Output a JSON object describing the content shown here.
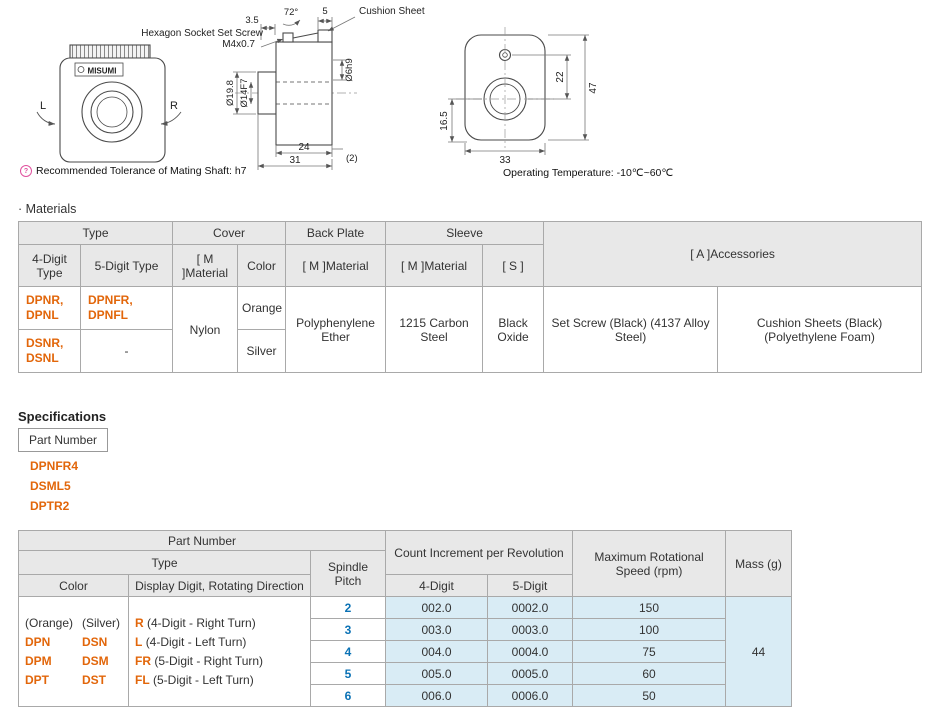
{
  "accent": {
    "orange": "#e2660a",
    "blue": "#0b72b5",
    "header_bg": "#e8e8e8",
    "highlight_bg": "#d9ecf5"
  },
  "drawings": {
    "front": {
      "logo": "MISUMI",
      "left_label": "L",
      "right_label": "R"
    },
    "side": {
      "dim_3_5": "3.5",
      "dim_72": "72°",
      "dim_5": "5",
      "cushion_sheet": "Cushion Sheet",
      "set_screw_line1": "Hexagon Socket Set Screw",
      "set_screw_line2": "M4x0.7",
      "dia_19_8": "Ø19.8",
      "dia_14": "Ø14F7",
      "dia_6": "Ø6h9",
      "dim_24": "24",
      "dim_31": "31",
      "dim_2": "(2)"
    },
    "back": {
      "dim_22": "22",
      "dim_47": "47",
      "dim_16_5": "16.5",
      "dim_33": "33"
    },
    "tolerance_note": "Recommended Tolerance of Mating Shaft: h7",
    "operating_temp": "Operating Temperature: -10℃~60℃"
  },
  "materials": {
    "section_title": "· Materials",
    "headers": {
      "type": "Type",
      "cover": "Cover",
      "back_plate": "Back Plate",
      "sleeve": "Sleeve",
      "accessories": "[ A ]Accessories",
      "type4": "4-Digit Type",
      "type5": "5-Digit Type",
      "cover_material": "[ M ]Material",
      "cover_color": "Color",
      "bp_material": "[ M ]Material",
      "sleeve_material": "[ M ]Material",
      "sleeve_s": "[ S ]"
    },
    "rows": {
      "type4_r1": "DPNR,\nDPNL",
      "type5_r1": "DPNFR,\nDPNFL",
      "material_cover": "Nylon",
      "color_r1": "Orange",
      "type4_r2": "DSNR,\nDSNL",
      "type5_r2": "-",
      "color_r2": "Silver",
      "material_back_plate": "Polyphenylene Ether",
      "material_sleeve": "1215 Carbon Steel",
      "sleeve_finish": "Black Oxide",
      "acc_set_screw": "Set Screw (Black) (4137 Alloy Steel)",
      "acc_cushion": "Cushion Sheets (Black) (Polyethylene Foam)"
    }
  },
  "specs": {
    "title": "Specifications",
    "part_number_label": "Part Number",
    "part_numbers": [
      "DPNFR4",
      "DSML5",
      "DPTR2"
    ]
  },
  "spec_table": {
    "header": {
      "part_number": "Part Number",
      "type": "Type",
      "color": "Color",
      "display_digit": "Display Digit, Rotating Direction",
      "spindle_pitch": "Spindle Pitch",
      "count_increment": "Count Increment per Revolution",
      "four_digit": "4-Digit",
      "five_digit": "5-Digit",
      "max_speed": "Maximum Rotational Speed (rpm)",
      "mass": "Mass (g)"
    },
    "color_cell": {
      "head1": "(Orange)",
      "head2": "(Silver)",
      "pairs": [
        [
          "DPN",
          "DSN"
        ],
        [
          "DPM",
          "DSM"
        ],
        [
          "DPT",
          "DST"
        ]
      ]
    },
    "display_cell": [
      {
        "code": "R",
        "desc": "(4-Digit - Right Turn)"
      },
      {
        "code": "L",
        "desc": "(4-Digit - Left Turn)"
      },
      {
        "code": "FR",
        "desc": "(5-Digit - Right Turn)"
      },
      {
        "code": "FL",
        "desc": "(5-Digit - Left Turn)"
      }
    ],
    "rows": [
      {
        "pitch": "2",
        "four": "002.0",
        "five": "0002.0",
        "speed": "150"
      },
      {
        "pitch": "3",
        "four": "003.0",
        "five": "0003.0",
        "speed": "100"
      },
      {
        "pitch": "4",
        "four": "004.0",
        "five": "0004.0",
        "speed": "75"
      },
      {
        "pitch": "5",
        "four": "005.0",
        "five": "0005.0",
        "speed": "60"
      },
      {
        "pitch": "6",
        "four": "006.0",
        "five": "0006.0",
        "speed": "50"
      }
    ],
    "mass": "44"
  }
}
